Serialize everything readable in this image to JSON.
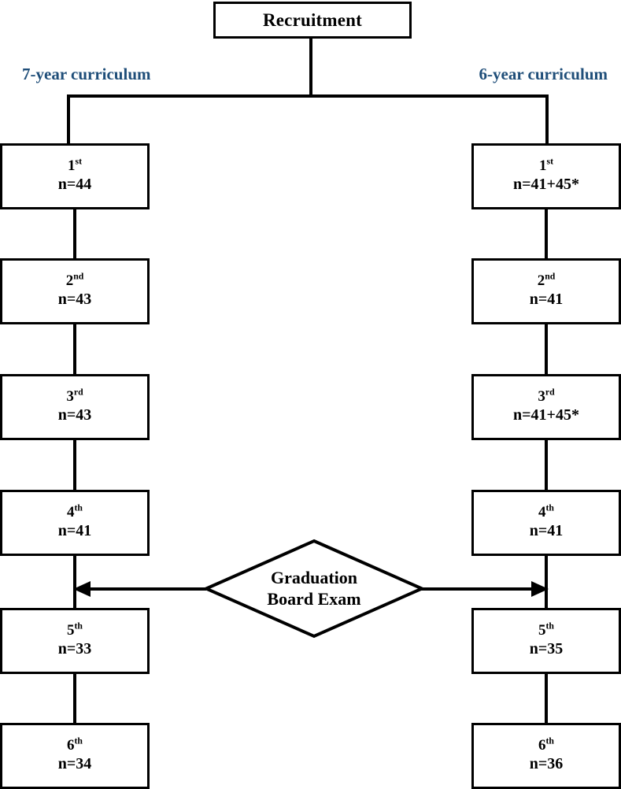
{
  "diagram": {
    "title": "Recruitment",
    "type": "flowchart",
    "curricula": [
      {
        "id": "left",
        "label": "7-year curriculum",
        "color": "#1F4E79"
      },
      {
        "id": "right",
        "label": "6-year curriculum",
        "color": "#1F4E79"
      }
    ],
    "decision": {
      "line1": "Graduation",
      "line2": "Board Exam",
      "shape": "diamond"
    },
    "left_track": [
      {
        "ordinal": "1",
        "suffix": "st",
        "count": "n=44"
      },
      {
        "ordinal": "2",
        "suffix": "nd",
        "count": "n=43"
      },
      {
        "ordinal": "3",
        "suffix": "rd",
        "count": "n=43"
      },
      {
        "ordinal": "4",
        "suffix": "th",
        "count": "n=41"
      },
      {
        "ordinal": "5",
        "suffix": "th",
        "count": "n=33"
      },
      {
        "ordinal": "6",
        "suffix": "th",
        "count": "n=34"
      }
    ],
    "right_track": [
      {
        "ordinal": "1",
        "suffix": "st",
        "count": "n=41+45*"
      },
      {
        "ordinal": "2",
        "suffix": "nd",
        "count": "n=41"
      },
      {
        "ordinal": "3",
        "suffix": "rd",
        "count": "n=41+45*"
      },
      {
        "ordinal": "4",
        "suffix": "th",
        "count": "n=41"
      },
      {
        "ordinal": "5",
        "suffix": "th",
        "count": "n=35"
      },
      {
        "ordinal": "6",
        "suffix": "th",
        "count": "n=36"
      }
    ],
    "colors": {
      "stroke": "#000000",
      "background": "#FFFFFF",
      "heading_blue": "#1F4E79"
    }
  }
}
